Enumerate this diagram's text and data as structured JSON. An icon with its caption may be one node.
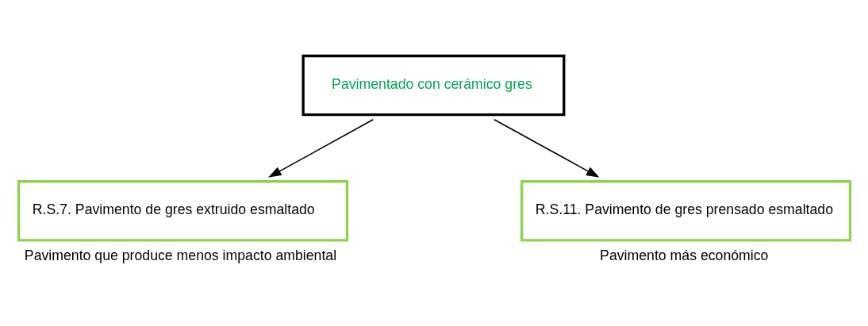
{
  "diagram": {
    "nodes": [
      {
        "text": [
          "Pavimentado con cerámico gres"
        ]
      },
      {
        "text": [
          "R.S.7. Pavimento de gres extruido esmaltado"
        ],
        "beside": [
          "Pavimento que produce menos impacto ambiental"
        ]
      },
      {
        "text": [
          "R.S.11. Pavimento de gres prensado esmaltado"
        ],
        "beside": [
          "Pavimento más económico"
        ]
      }
    ],
    "edges": [
      {
        "from": 0,
        "to": 1,
        "arrow": "to"
      },
      {
        "from": 0,
        "to": 2,
        "arrow": "to"
      }
    ]
  }
}
